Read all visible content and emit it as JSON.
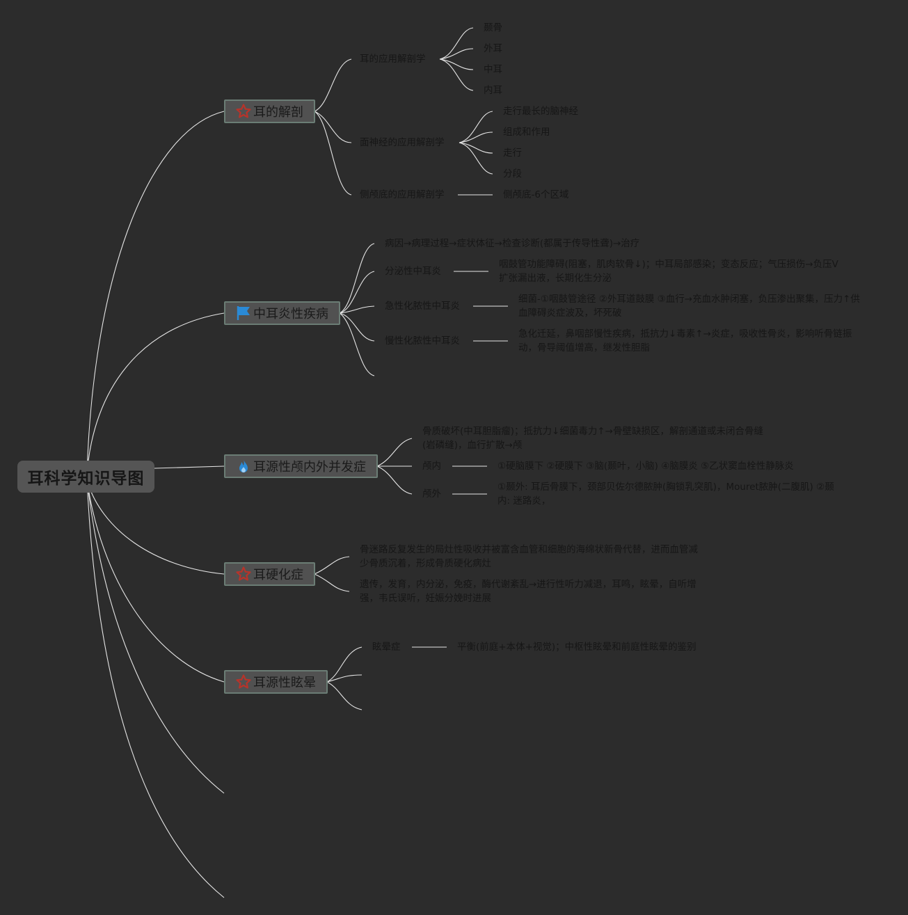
{
  "root": {
    "label": "耳科学知识导图"
  },
  "colors": {
    "background": "#2c2c2c",
    "line": "#e6e6e6",
    "star": "#b8332a",
    "blue": "#2a8ad6"
  },
  "topics": [
    {
      "label": "耳的解剖",
      "icon": "star-icon",
      "children": [
        {
          "label": "耳的应用解剖学",
          "children": [
            "颞骨",
            "外耳",
            "中耳",
            "内耳"
          ]
        },
        {
          "label": "面神经的应用解剖学",
          "children": [
            "走行最长的脑神经",
            "组成和作用",
            "走行",
            "分段"
          ]
        },
        {
          "label": "侧颅底的应用解剖学",
          "children": [
            "侧颅底-6个区域"
          ]
        }
      ]
    },
    {
      "label": "中耳炎性疾病",
      "icon": "flag-icon",
      "children": [
        {
          "label": "病因→病理过程→症状体征→检查诊断(都属于传导性聋)→治疗"
        },
        {
          "label": "分泌性中耳炎",
          "detail": "咽鼓管功能障碍(阻塞，肌肉软骨↓)；中耳局部感染；变态反应；气压损伤→负压V扩张漏出液，长期化生分泌"
        },
        {
          "label": "急性化脓性中耳炎",
          "detail": "细菌-①咽鼓管途径 ②外耳道鼓膜 ③血行→充血水肿闭塞，负压渗出聚集，压力↑供血障碍炎症波及，坏死破"
        },
        {
          "label": "慢性化脓性中耳炎",
          "detail": "急化迁延，鼻咽部慢性疾病，抵抗力↓毒素↑→炎症，吸收性骨炎，影响听骨链振动，骨导阈值增高，继发性胆脂"
        }
      ]
    },
    {
      "label": "耳源性颅内外并发症",
      "icon": "fire-icon",
      "children": [
        {
          "label": "骨质破坏(中耳胆脂瘤)；抵抗力↓细菌毒力↑→骨壁缺损区，解剖通道或未闭合骨缝(岩磷缝)，血行扩散→颅"
        },
        {
          "label": "颅内",
          "detail": "①硬脑膜下 ②硬膜下 ③脑(颞叶，小脑) ④脑膜炎 ⑤乙状窦血栓性静脉炎"
        },
        {
          "label": "颅外",
          "detail": "①颞外: 耳后骨膜下，颈部贝佐尔德脓肿(胸锁乳突肌)，Mouret脓肿(二腹肌) ②颞内: 迷路炎，"
        }
      ]
    },
    {
      "label": "耳硬化症",
      "icon": "star-icon",
      "children": [
        {
          "label": "骨迷路反复发生的局灶性吸收并被富含血管和细胞的海绵状新骨代替，进而血管减少骨质沉着，形成骨质硬化病灶"
        },
        {
          "label": "遗传，发育，内分泌，免疫，酶代谢紊乱→进行性听力减退，耳鸣，眩晕，自听增强，韦氏误听，妊娠分娩时进展"
        }
      ]
    },
    {
      "label": "耳源性眩晕",
      "icon": "star-icon",
      "children": [
        {
          "label": "眩晕症",
          "detail": "平衡(前庭+本体+视觉)；中枢性眩晕和前庭性眩晕的鉴别"
        }
      ]
    }
  ]
}
